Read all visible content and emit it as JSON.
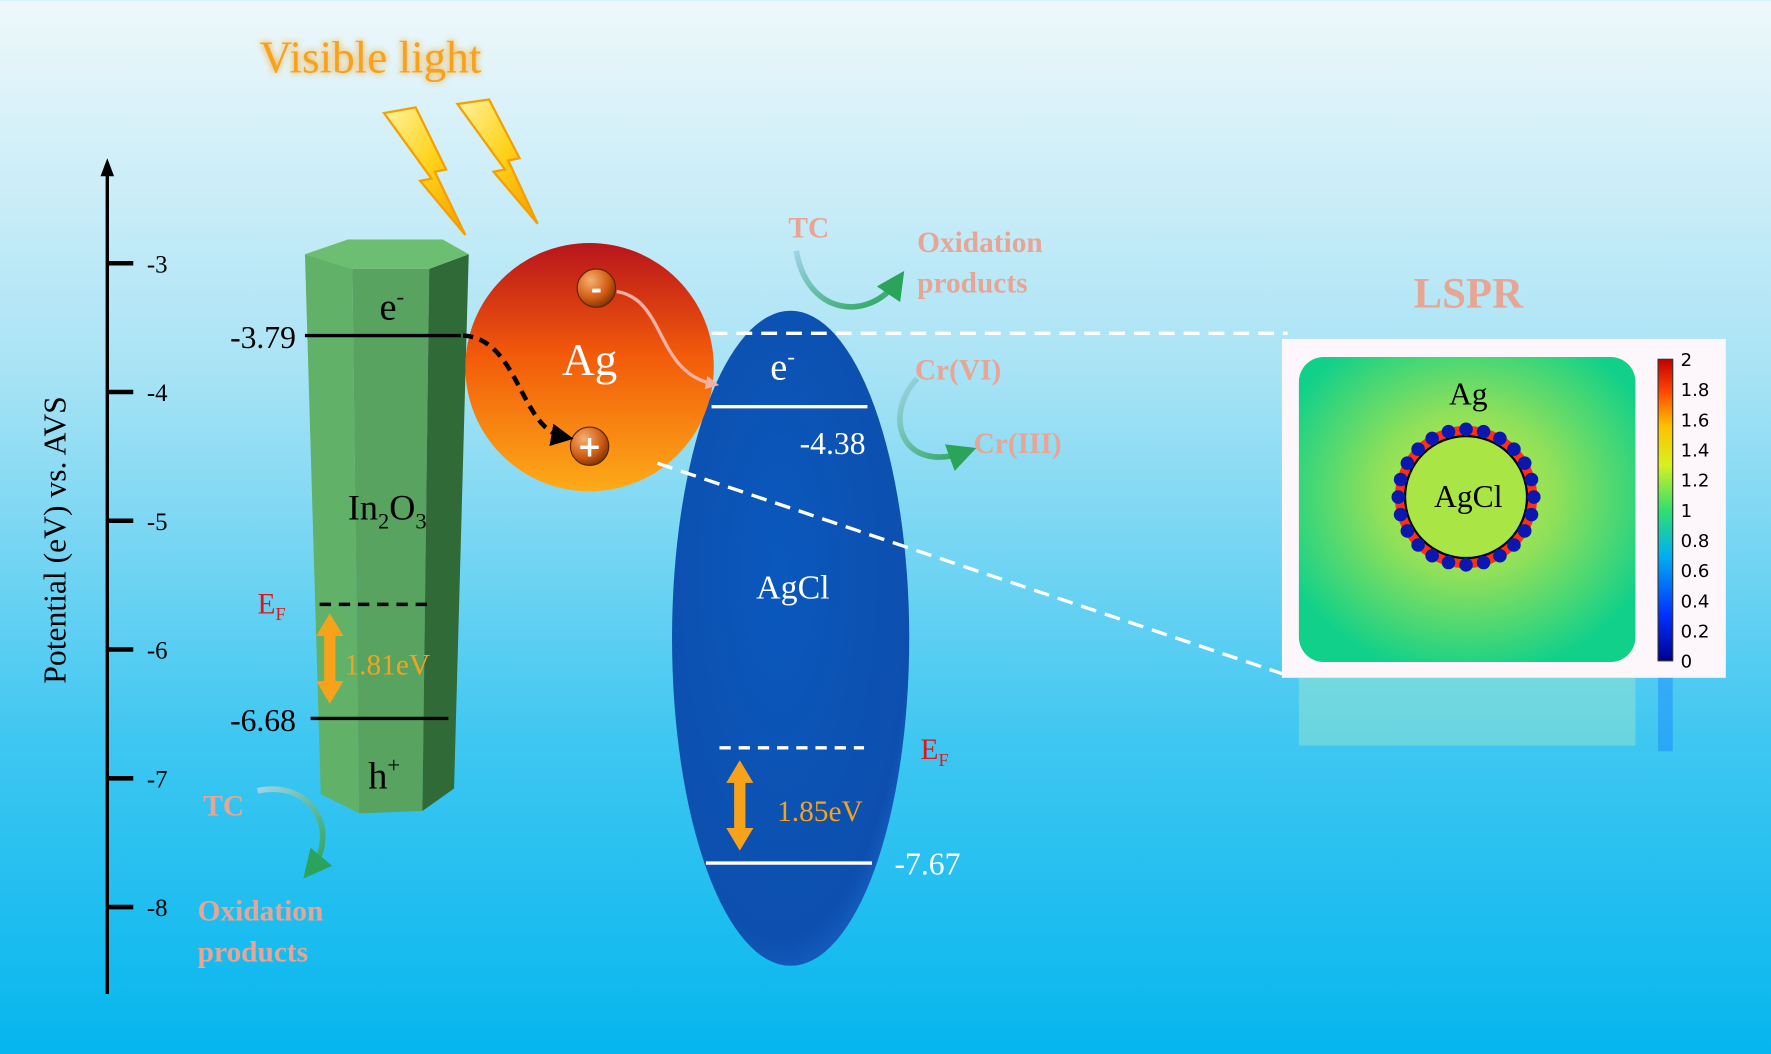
{
  "title": "Visible light",
  "axis": {
    "label": "Potential (eV) vs. AVS",
    "ticks": [
      "-3",
      "-4",
      "-5",
      "-6",
      "-7",
      "-8"
    ]
  },
  "in2o3": {
    "name_main": "In",
    "name_sub1": "2",
    "name_o": "O",
    "name_sub2": "3",
    "cb_value": "-3.79",
    "vb_value": "-6.68",
    "electron": "e",
    "electron_sup": "-",
    "hole": "h",
    "hole_sup": "+",
    "fermi": "E",
    "fermi_sub": "F",
    "gap": "1.81eV",
    "tc": "TC",
    "products_1": "Oxidation",
    "products_2": "products"
  },
  "ag": {
    "label": "Ag",
    "minus": "-",
    "plus": "+"
  },
  "agcl": {
    "label": "AgCl",
    "cb_value": "-4.38",
    "vb_value": "-7.67",
    "electron": "e",
    "electron_sup": "-",
    "fermi": "E",
    "fermi_sub": "F",
    "gap": "1.85eV",
    "tc": "TC",
    "products_1": "Oxidation",
    "products_2": "products",
    "cr6": "Cr(VI)",
    "cr3": "Cr(III)"
  },
  "lspr": {
    "title": "LSPR",
    "outer_label": "Ag",
    "inner_label": "AgCl",
    "colorbar_ticks": [
      "2",
      "1.8",
      "1.6",
      "1.4",
      "1.2",
      "1",
      "0.8",
      "0.6",
      "0.4",
      "0.2",
      "0"
    ]
  },
  "colors": {
    "accent_orange": "#f7a21b",
    "label_pink": "#e7a596",
    "fermi_red": "#e0161b",
    "agcl_blue": "#0b56b8",
    "in2o3_green": "#5aa862"
  }
}
